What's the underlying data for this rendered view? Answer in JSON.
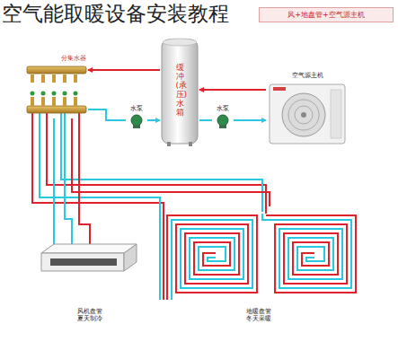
{
  "diagram": {
    "title": "空气能取暖设备安装教程",
    "nodes": [
      {
        "text": [
          "分集水器"
        ]
      },
      {
        "text": [
          "水泵"
        ]
      },
      {
        "text": [
          "缓冲(承压)水箱"
        ]
      },
      {
        "text": [
          "水泵"
        ]
      },
      {
        "text": [
          "空气源主机"
        ]
      },
      {
        "text": [
          "风机盘管 夏天制冷"
        ]
      },
      {
        "text": [
          "地暖盘管 冬天采暖"
        ]
      }
    ],
    "edges": [
      {
        "from": 4,
        "to": 2,
        "arrow": "to"
      },
      {
        "from": 2,
        "to": 3,
        "arrow": "none"
      },
      {
        "from": 3,
        "to": 4,
        "arrow": "to"
      },
      {
        "from": 2,
        "to": 0,
        "arrow": "to"
      },
      {
        "from": 0,
        "to": 1,
        "arrow": "none"
      },
      {
        "from": 1,
        "to": 2,
        "arrow": "to"
      },
      {
        "from": 0,
        "to": 5,
        "arrow": "none"
      },
      {
        "from": 0,
        "to": 6,
        "arrow": "none"
      }
    ],
    "labels": [
      "风+地盘管+空气源主机"
    ]
  }
}
